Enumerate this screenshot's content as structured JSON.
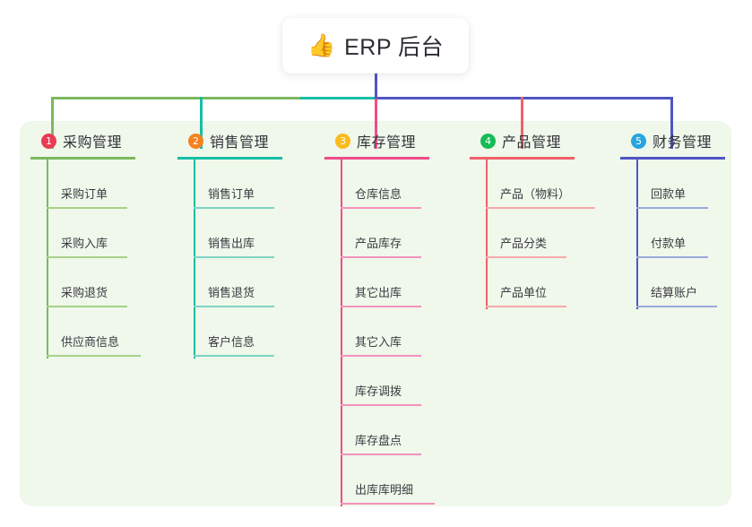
{
  "header": {
    "emoji_icon": "thumbs-up-icon",
    "emoji": "👍",
    "title": "ERP 后台"
  },
  "theme": {
    "panel_background": "#eff8ea",
    "page_background": "#ffffff",
    "title_text_color": "#2b2b33",
    "trunk_color": "#4f56c4"
  },
  "connectors": {
    "segments": [
      {
        "name": "bus-green",
        "color": "#7cb85f"
      },
      {
        "name": "bus-teal",
        "color": "#17bda5"
      },
      {
        "name": "bus-blue",
        "color": "#4f56c4"
      }
    ]
  },
  "columns": [
    {
      "number": "1",
      "title": "采购管理",
      "badge_color": "#ea3b52",
      "line_color": "#7cb85f",
      "leaf_line_color": "#a7d189",
      "head_rule_width": 117,
      "trunk_height": 222,
      "items": [
        {
          "label": "采购订单",
          "rule_width": 90
        },
        {
          "label": "采购入库",
          "rule_width": 90
        },
        {
          "label": "采购退货",
          "rule_width": 90
        },
        {
          "label": "供应商信息",
          "rule_width": 105
        }
      ]
    },
    {
      "number": "2",
      "title": "销售管理",
      "badge_color": "#f58220",
      "line_color": "#17bda5",
      "leaf_line_color": "#7fd4c6",
      "head_rule_width": 117,
      "trunk_height": 222,
      "items": [
        {
          "label": "销售订单",
          "rule_width": 90
        },
        {
          "label": "销售出库",
          "rule_width": 90
        },
        {
          "label": "销售退货",
          "rule_width": 90
        },
        {
          "label": "客户信息",
          "rule_width": 90
        }
      ]
    },
    {
      "number": "3",
      "title": "库存管理",
      "badge_color": "#fabb1e",
      "line_color": "#ef4c8b",
      "leaf_line_color": "#f492be",
      "head_rule_width": 117,
      "trunk_height": 387,
      "items": [
        {
          "label": "仓库信息",
          "rule_width": 90
        },
        {
          "label": "产品库存",
          "rule_width": 90
        },
        {
          "label": "其它出库",
          "rule_width": 90
        },
        {
          "label": "其它入库",
          "rule_width": 90
        },
        {
          "label": "库存调拨",
          "rule_width": 90
        },
        {
          "label": "库存盘点",
          "rule_width": 90
        },
        {
          "label": "出库库明细",
          "rule_width": 105
        }
      ]
    },
    {
      "number": "4",
      "title": "产品管理",
      "badge_color": "#16bb56",
      "line_color": "#f0616b",
      "leaf_line_color": "#f5a9ab",
      "head_rule_width": 117,
      "trunk_height": 167,
      "items": [
        {
          "label": "产品（物料）",
          "rule_width": 122
        },
        {
          "label": "产品分类",
          "rule_width": 90
        },
        {
          "label": "产品单位",
          "rule_width": 90
        }
      ]
    },
    {
      "number": "5",
      "title": "财务管理",
      "badge_color": "#27a5e0",
      "line_color": "#4f56c4",
      "leaf_line_color": "#9aa8dd",
      "head_rule_width": 117,
      "trunk_height": 167,
      "items": [
        {
          "label": "回款单",
          "rule_width": 80
        },
        {
          "label": "付款单",
          "rule_width": 80
        },
        {
          "label": "结算账户",
          "rule_width": 90
        }
      ]
    }
  ]
}
